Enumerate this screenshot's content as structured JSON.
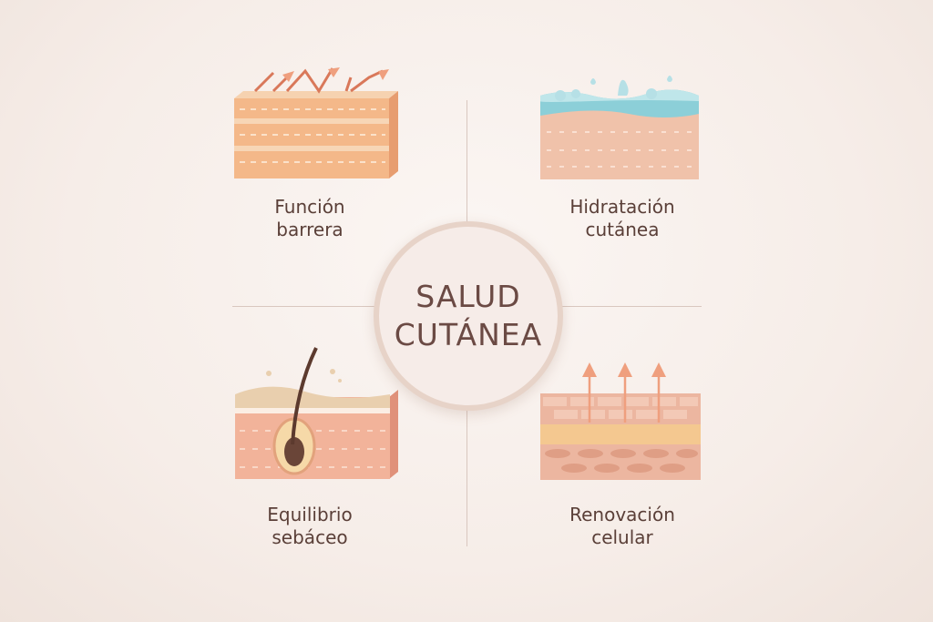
{
  "center": {
    "line1": "SALUD",
    "line2": "CUTÁNEA"
  },
  "quadrants": [
    {
      "line1": "Función",
      "line2": "barrera",
      "icon": "skin-barrier-icon"
    },
    {
      "line1": "Hidratación",
      "line2": "cutánea",
      "icon": "skin-hydration-icon"
    },
    {
      "line1": "Equilibrio",
      "line2": "sebáceo",
      "icon": "hair-follicle-sebum-icon"
    },
    {
      "line1": "Renovación",
      "line2": "celular",
      "icon": "cell-renewal-icon"
    }
  ],
  "colors": {
    "text": "#5a3f38",
    "skin": "#f2c3a0",
    "arrow": "#ef9f7e",
    "water": "#8ccfd8"
  }
}
